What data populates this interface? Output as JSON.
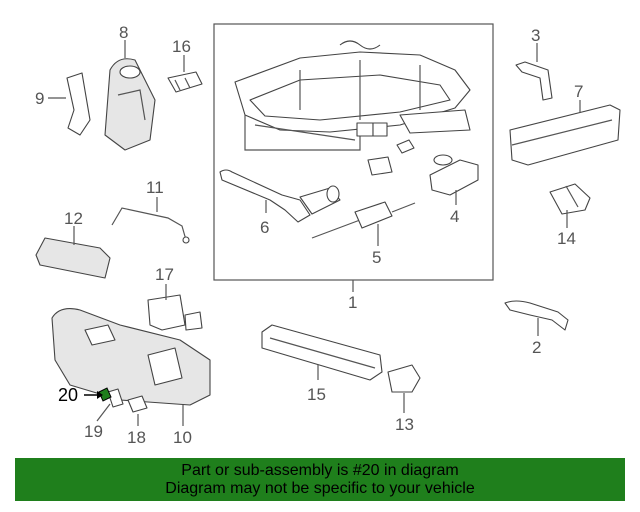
{
  "callouts": {
    "c1": "1",
    "c2": "2",
    "c3": "3",
    "c4": "4",
    "c5": "5",
    "c6": "6",
    "c7": "7",
    "c8": "8",
    "c9": "9",
    "c10": "10",
    "c11": "11",
    "c12": "12",
    "c13": "13",
    "c14": "14",
    "c15": "15",
    "c16": "16",
    "c17": "17",
    "c18": "18",
    "c19": "19",
    "c20": "20"
  },
  "highlight_color": "#1f7f1c",
  "banner": {
    "line1": "Part or sub-assembly is #20 in diagram",
    "line2": "Diagram may not be specific to your vehicle"
  }
}
